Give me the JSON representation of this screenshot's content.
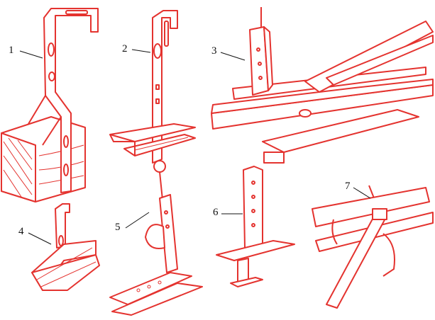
{
  "labels": [
    "1",
    "2",
    "3",
    "4",
    "5",
    "6",
    "7"
  ],
  "colors": {
    "line": "#e4332f",
    "label": "#111111"
  }
}
